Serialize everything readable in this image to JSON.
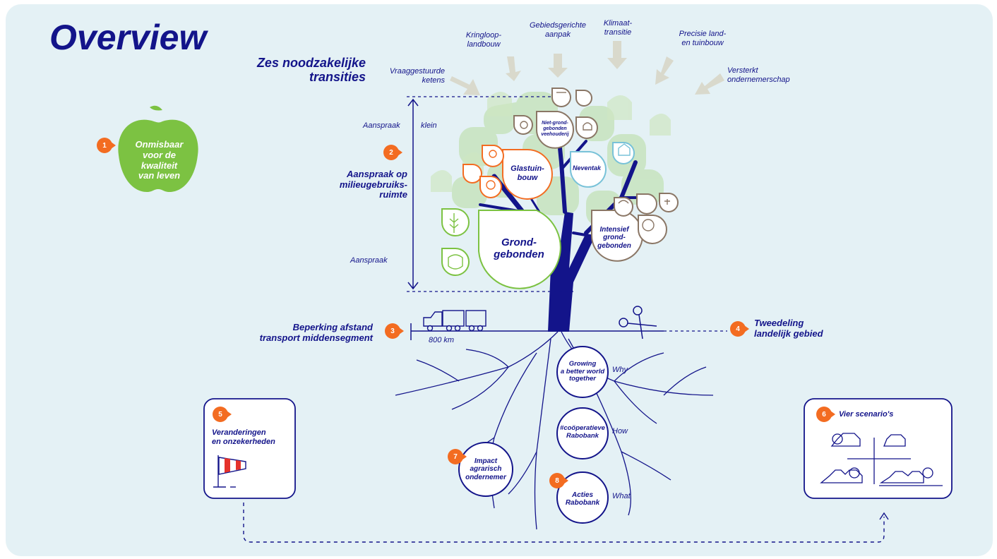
{
  "title": "Overview",
  "heading": {
    "line1": "Zes noodzakelijke",
    "line2": "transities"
  },
  "transitions": [
    {
      "label": "Vraaggestuurde\nketens"
    },
    {
      "label": "Kringloop-\nlandbouw"
    },
    {
      "label": "Gebiedsgerichte\naanpak"
    },
    {
      "label": "Klimaat-\ntransitie"
    },
    {
      "label": "Precisie land-\nen tuinbouw"
    },
    {
      "label": "Versterkt\nondernemerschap"
    }
  ],
  "apple": {
    "badge": "1",
    "label": "Onmisbaar\nvoor de\nkwaliteit\nvan leven"
  },
  "space": {
    "badge": "2",
    "label": "Aanspraak op\nmilieugebruiks-\nruimte",
    "top_left": "Aanspraak",
    "top_right": "klein",
    "bottom_left": "Aanspraak"
  },
  "transport": {
    "badge": "3",
    "label": "Beperking afstand\ntransport middensegment",
    "distance": "800 km"
  },
  "split": {
    "badge": "4",
    "label": "Tweedeling\nlandelijk gebied"
  },
  "changes": {
    "badge": "5",
    "label": "Veranderingen\nen onzekerheden"
  },
  "scenarios": {
    "badge": "6",
    "label": "Vier scenario's"
  },
  "impact": {
    "badge": "7",
    "label": "Impact\nagrarisch\nondernemer"
  },
  "actions": {
    "badge": "8",
    "label": "Acties\nRabobank",
    "side": "What"
  },
  "why": {
    "label": "Growing\na better world\ntogether",
    "side": "Why"
  },
  "how": {
    "label": "#coöperatieve\nRabobank",
    "side": "How"
  },
  "sectors": {
    "grondgebonden": "Grond-\ngebonden",
    "glastuinbouw": "Glastuin-\nbouw",
    "neventak": "Neventak",
    "veehouderij": "Niet-grond-\ngebonden\nveehouderij",
    "intensief": "Intensief\ngrond-\ngebonden"
  },
  "colors": {
    "navy": "#13148a",
    "orange": "#f36c21",
    "green": "#7cc242",
    "panel": "#e4f1f5",
    "arrow": "#d9d9cc"
  }
}
